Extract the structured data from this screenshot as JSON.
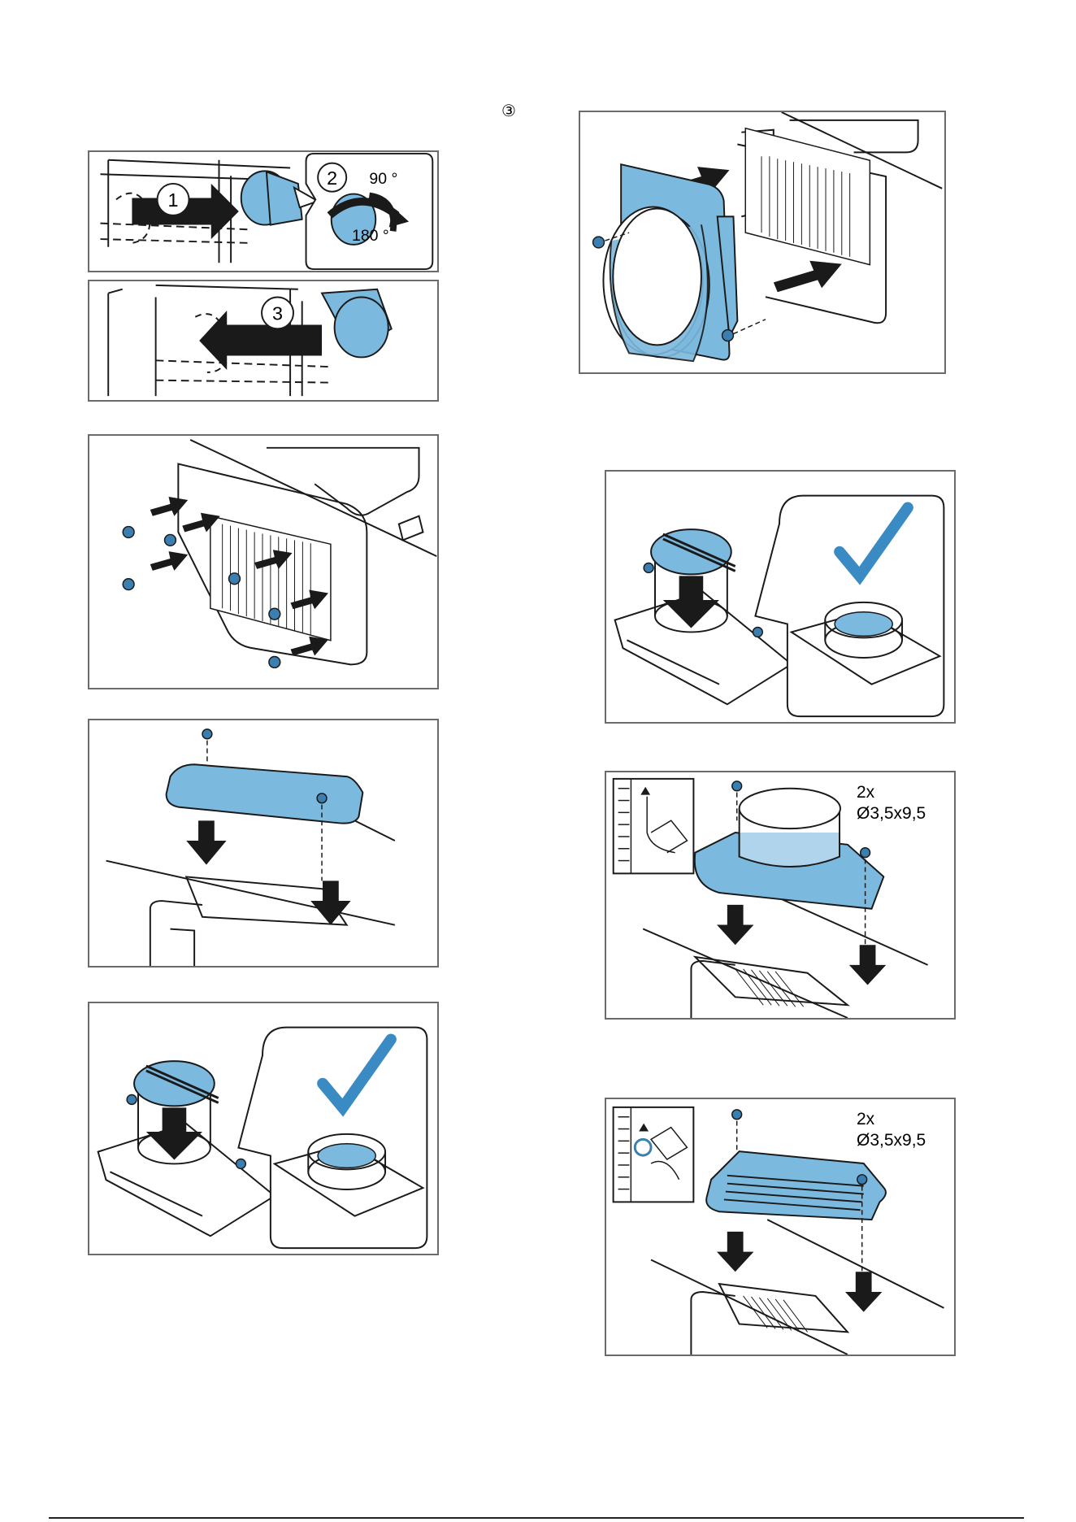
{
  "step_marker": "③",
  "panel1": {
    "callout_1": "1",
    "callout_2": "2",
    "angle_90": "90 °",
    "angle_180": "180 °"
  },
  "panel2": {
    "callout_3": "3"
  },
  "spec_a": {
    "qty": "2x",
    "size": "Ø3,5x9,5"
  },
  "spec_b": {
    "qty": "2x",
    "size": "Ø3,5x9,5"
  },
  "colors": {
    "part_blue": "#7cb9de",
    "line": "#1a1a1a",
    "frame": "#6b6b6b",
    "check_blue": "#3a8ac4"
  }
}
